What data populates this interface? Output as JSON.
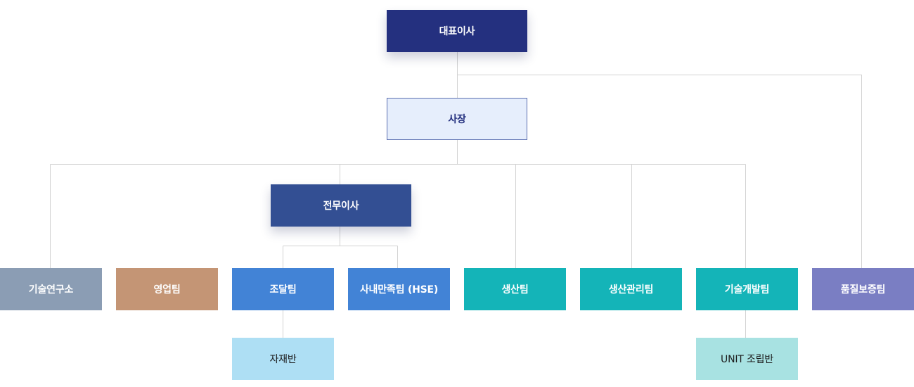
{
  "org_chart": {
    "ceo": "대표이사",
    "president": "사장",
    "managing_director": "전무이사",
    "teams": {
      "rnd": "기술연구소",
      "sales": "영업팀",
      "purchasing": "조달팀",
      "hse": "사내만족팀 (HSE)",
      "production": "생산팀",
      "production_management": "생산관리팀",
      "tech_development": "기술개발팀",
      "quality_assurance": "품질보증팀"
    },
    "sub_units": {
      "materials": "자재반",
      "unit_assembly": "UNIT 조립반"
    }
  },
  "colors": {
    "ceo": "#24307f",
    "president_fill": "#e6eefc",
    "managing_director": "#334f93",
    "rnd": "#8b9db4",
    "sales": "#c49575",
    "blue_team": "#4283d6",
    "teal_team": "#14b4b8",
    "qa": "#7a7ec3",
    "materials": "#aedff4",
    "unit_assembly": "#a8e2e2",
    "connector": "#d2d2d2"
  }
}
